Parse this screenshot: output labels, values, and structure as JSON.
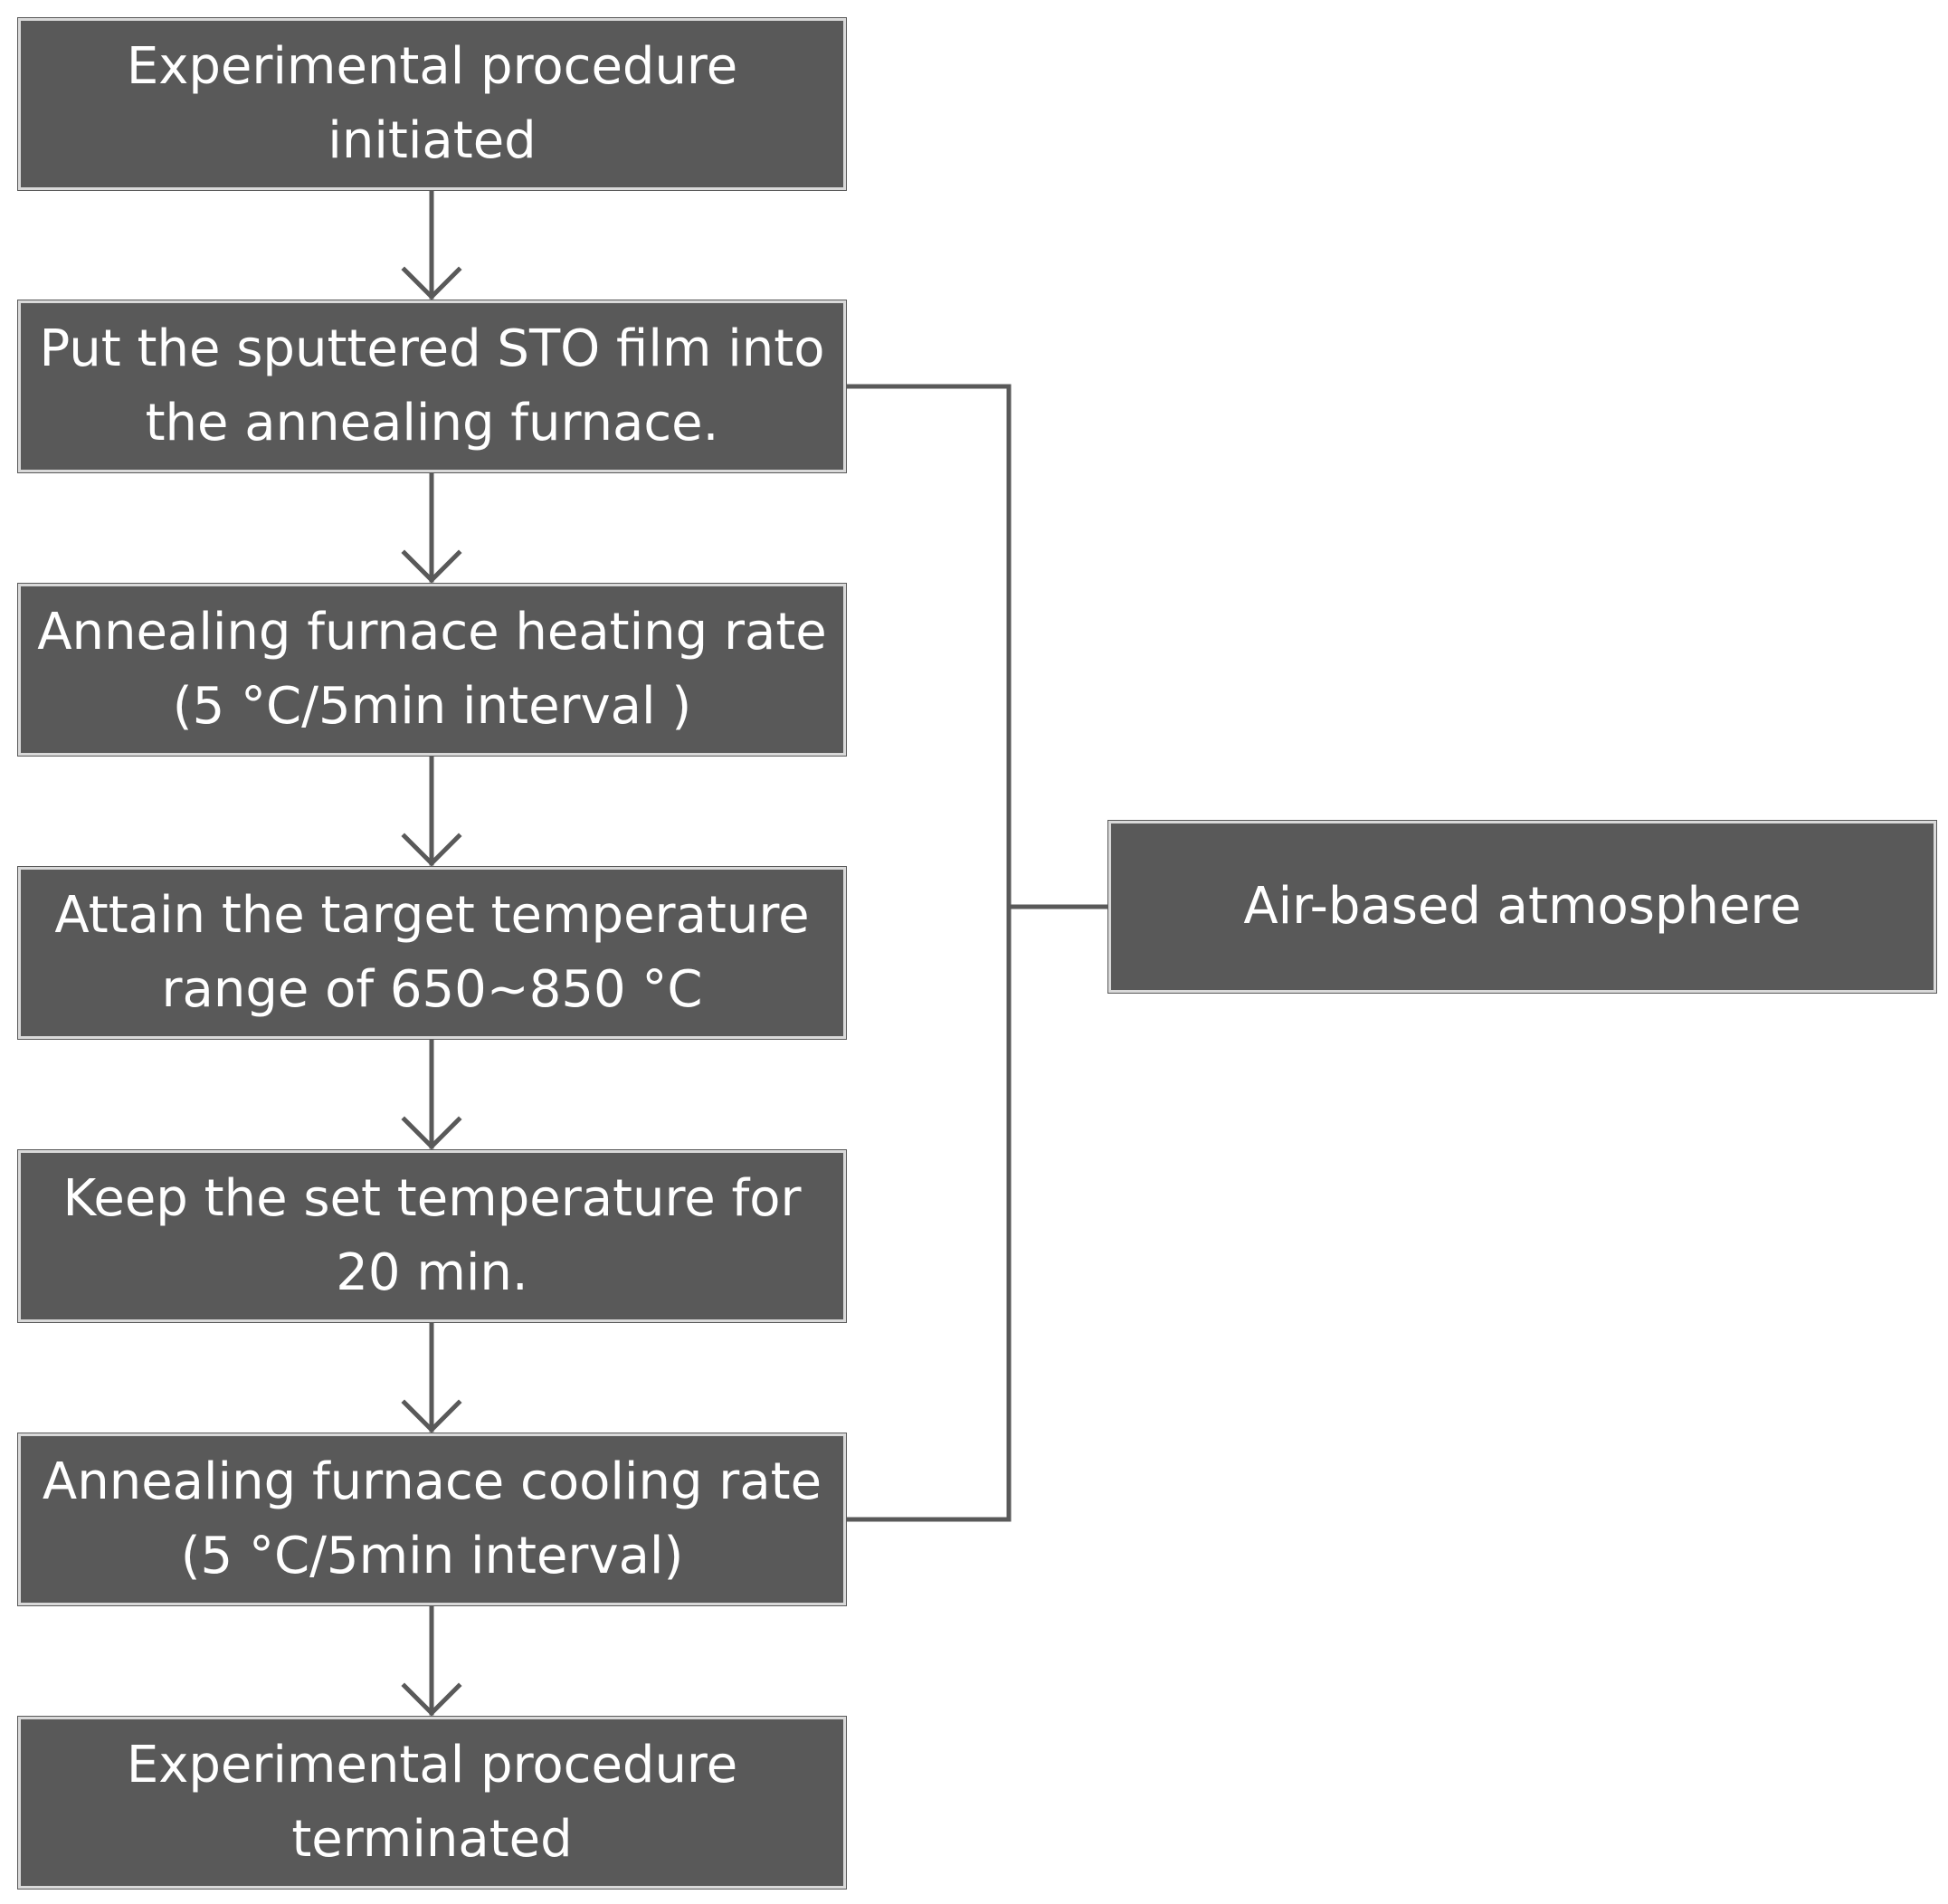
{
  "steps": [
    {
      "line1": "Experimental procedure",
      "line2": "initiated"
    },
    {
      "line1": "Put the sputtered STO film into",
      "line2": "the annealing furnace."
    },
    {
      "line1": "Annealing furnace heating rate",
      "line2": "(5 °C/5min interval )"
    },
    {
      "line1": "Attain the target temperature",
      "line2": "range of 650~850 °C"
    },
    {
      "line1": "Keep the set temperature for",
      "line2": "20 min."
    },
    {
      "line1": "Annealing furnace cooling rate",
      "line2": "(5 °C/5min interval)"
    },
    {
      "line1": "Experimental procedure",
      "line2": "terminated"
    }
  ],
  "side_node": {
    "label": "Air-based atmosphere"
  },
  "colors": {
    "box_fill": "#595959",
    "box_border": "#d9d9d9",
    "text": "#ffffff",
    "connector": "#595959"
  }
}
